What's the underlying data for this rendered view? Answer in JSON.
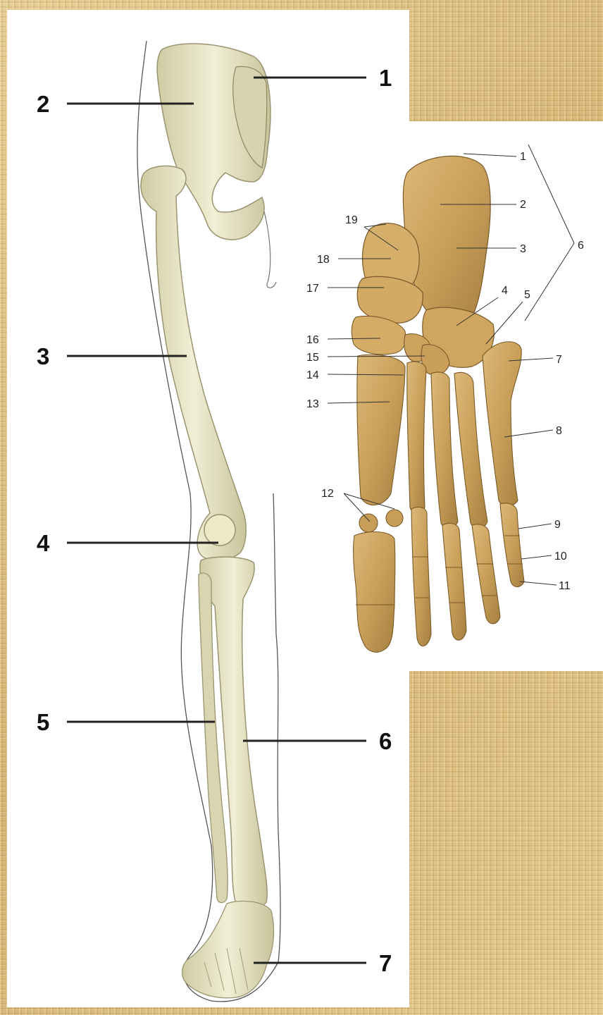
{
  "leg_figure": {
    "labels": [
      "1",
      "2",
      "3",
      "4",
      "5",
      "6",
      "7"
    ]
  },
  "foot_figure": {
    "labels": [
      "1",
      "2",
      "3",
      "4",
      "5",
      "6",
      "7",
      "8",
      "9",
      "10",
      "11",
      "12",
      "13",
      "14",
      "15",
      "16",
      "17",
      "18",
      "19"
    ]
  },
  "colors": {
    "background": "#ddc184",
    "bone_leg": "#e6e3c3",
    "bone_foot": "#c9a463",
    "label_text": "#111111"
  }
}
